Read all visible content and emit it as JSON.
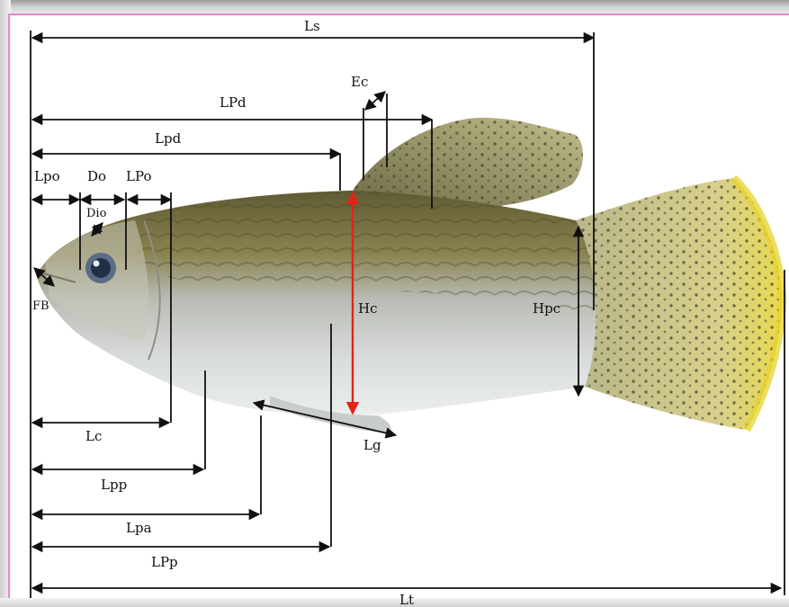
{
  "labels": {
    "ls": "Ls",
    "ec": "Ec",
    "lpd_upper": "LPd",
    "lpd_lower": "Lpd",
    "lpo": "Lpo",
    "do": "Do",
    "lpo_post": "LPo",
    "dio": "Dio",
    "fb": "FB",
    "hc": "Hc",
    "hpc": "Hpc",
    "lc": "Lc",
    "lg": "Lg",
    "lpp": "Lpp",
    "lpa": "Lpa",
    "lpp_upper": "LPp",
    "lt": "Lt"
  },
  "colors": {
    "measure_line": "#111111",
    "height_marker": "#e0241b",
    "frame_accent": "#e58ad6",
    "fish_back": "#6f6a3c",
    "fish_belly": "#d8dcdc",
    "tail_edge": "#e0d24a"
  }
}
